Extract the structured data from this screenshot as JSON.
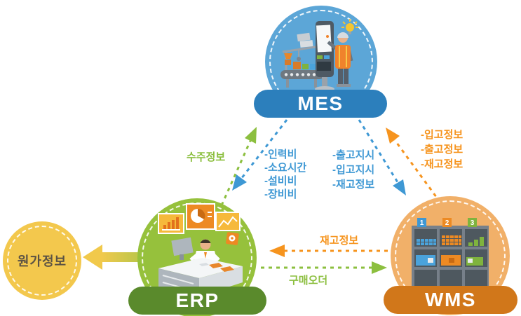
{
  "nodes": {
    "mes": {
      "label": "MES"
    },
    "erp": {
      "label": "ERP"
    },
    "wms": {
      "label": "WMS"
    },
    "cost": {
      "label": "원가정보"
    }
  },
  "flows": {
    "erp_to_mes": {
      "label": "수주정보"
    },
    "mes_to_erp": {
      "items": [
        "-인력비",
        "-소요시간",
        "-설비비",
        "-장비비"
      ]
    },
    "mes_to_wms": {
      "items": [
        "-출고지시",
        "-입고지시",
        "-재고정보"
      ]
    },
    "wms_to_mes": {
      "items": [
        "-입고정보",
        "-출고정보",
        "-재고정보"
      ]
    },
    "wms_to_erp": {
      "label": "재고정보"
    },
    "erp_to_wms": {
      "label": "구매오더"
    }
  },
  "wms_bins": [
    "1",
    "2",
    "3"
  ],
  "colors": {
    "mes_circle": "#5CA6D7",
    "mes_pill": "#2C7FBC",
    "erp_circle": "#96C13C",
    "erp_pill": "#5A8A2C",
    "wms_circle": "#F1B069",
    "wms_pill": "#D1771A",
    "cost_circle": "#F3C84D",
    "blue_text": "#3E98D4",
    "green_text": "#8CBF3F",
    "orange_text": "#F6941E"
  }
}
